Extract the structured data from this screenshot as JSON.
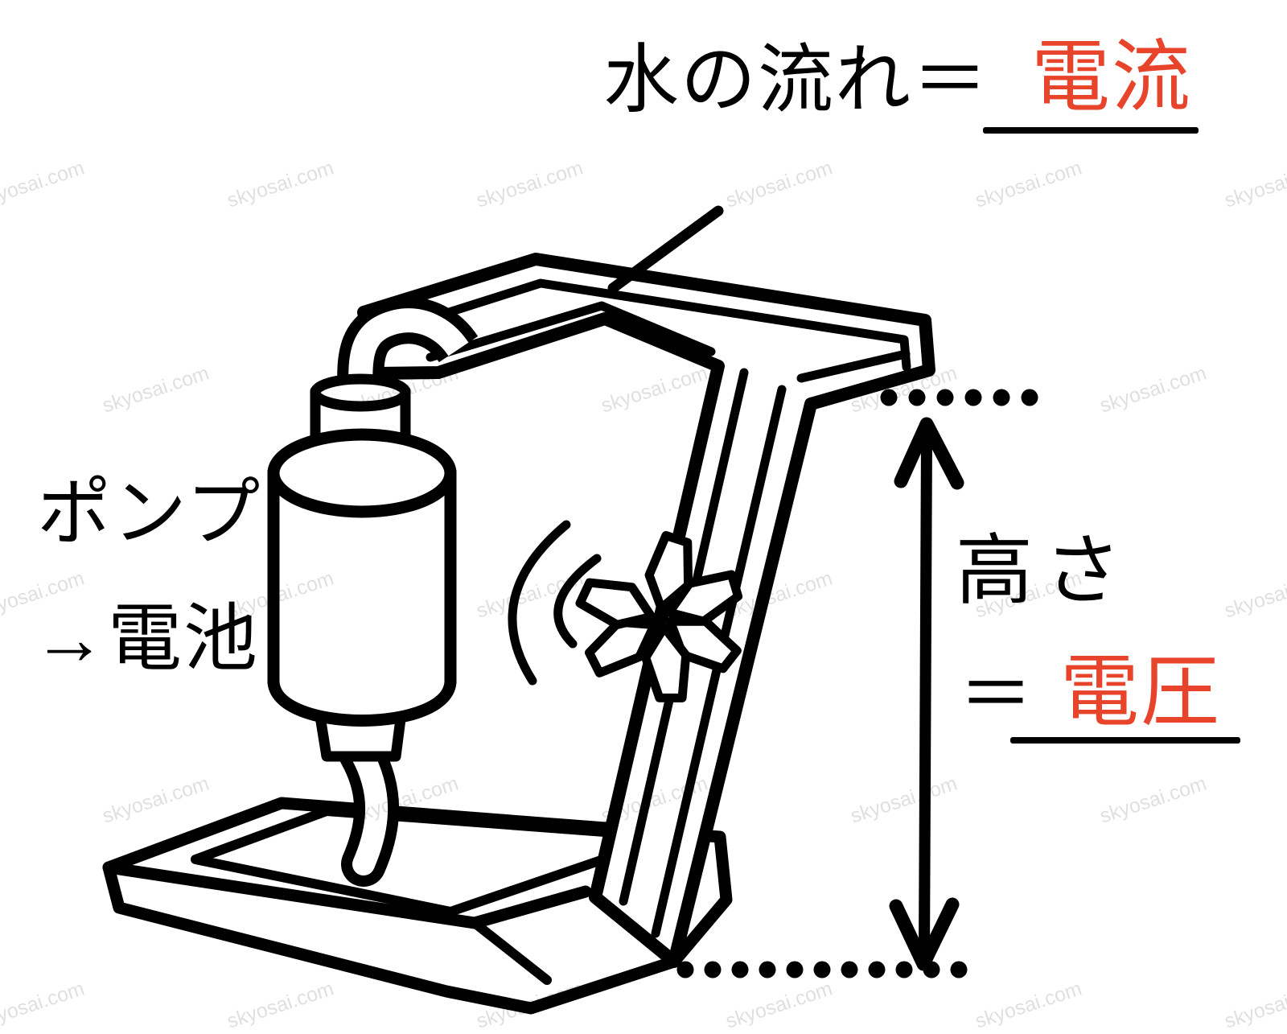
{
  "colors": {
    "ink": "#000000",
    "background": "#ffffff",
    "answer_red": "#e8432b"
  },
  "flow_label": {
    "text": "水の流れ＝",
    "answer": "電流"
  },
  "pump_label": {
    "line1": "ポンプ",
    "line2": "→電池"
  },
  "height_label": {
    "text": "高さ",
    "equals": "＝",
    "answer": "電圧"
  },
  "watermark": {
    "text": "skyosai.com"
  }
}
